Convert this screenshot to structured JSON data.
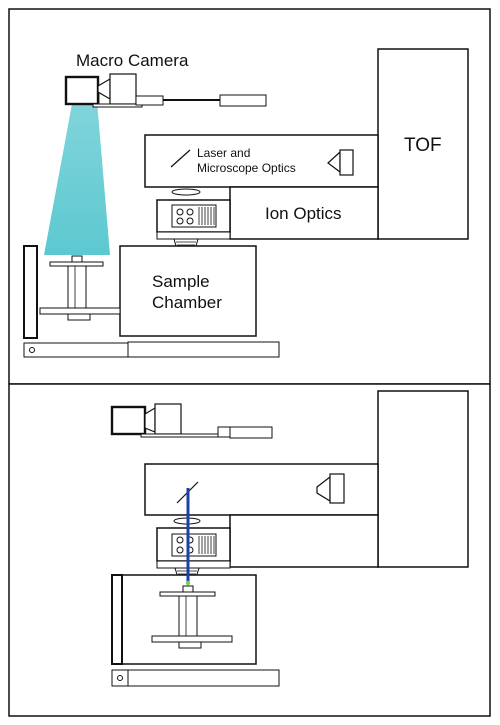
{
  "labels": {
    "macro_camera": "Macro Camera",
    "tof": "TOF",
    "laser_line1": "Laser and",
    "laser_line2": "Microscope Optics",
    "ion_optics": "Ion Optics",
    "sample_line1": "Sample",
    "sample_line2": "Chamber"
  },
  "colors": {
    "frame": "#111111",
    "macro_beam": "#5cc8d0",
    "laser_beam": "#1f3fa8",
    "laser_spot": "#6fd34f",
    "fill": "#ffffff"
  }
}
